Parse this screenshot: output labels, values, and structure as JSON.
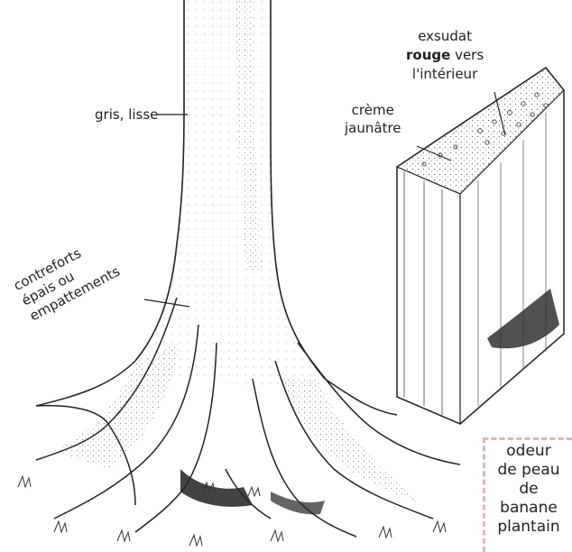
{
  "labels": {
    "bark": "gris, lisse",
    "buttress_1": "contreforts",
    "buttress_2": "épais ou",
    "buttress_3": "empattements",
    "slash_1": "crème",
    "slash_2": "jaunâtre",
    "exudate_1": "exsudat",
    "exudate_2_bold": "rouge",
    "exudate_2_rest": " vers",
    "exudate_3": "l'intérieur"
  },
  "odeur": {
    "line1": "odeur",
    "line2": "de peau",
    "line3": "de",
    "line4": "banane",
    "line5": "plantain"
  },
  "colors": {
    "ink": "#222222",
    "dashed_border": "#e6b3b3"
  }
}
